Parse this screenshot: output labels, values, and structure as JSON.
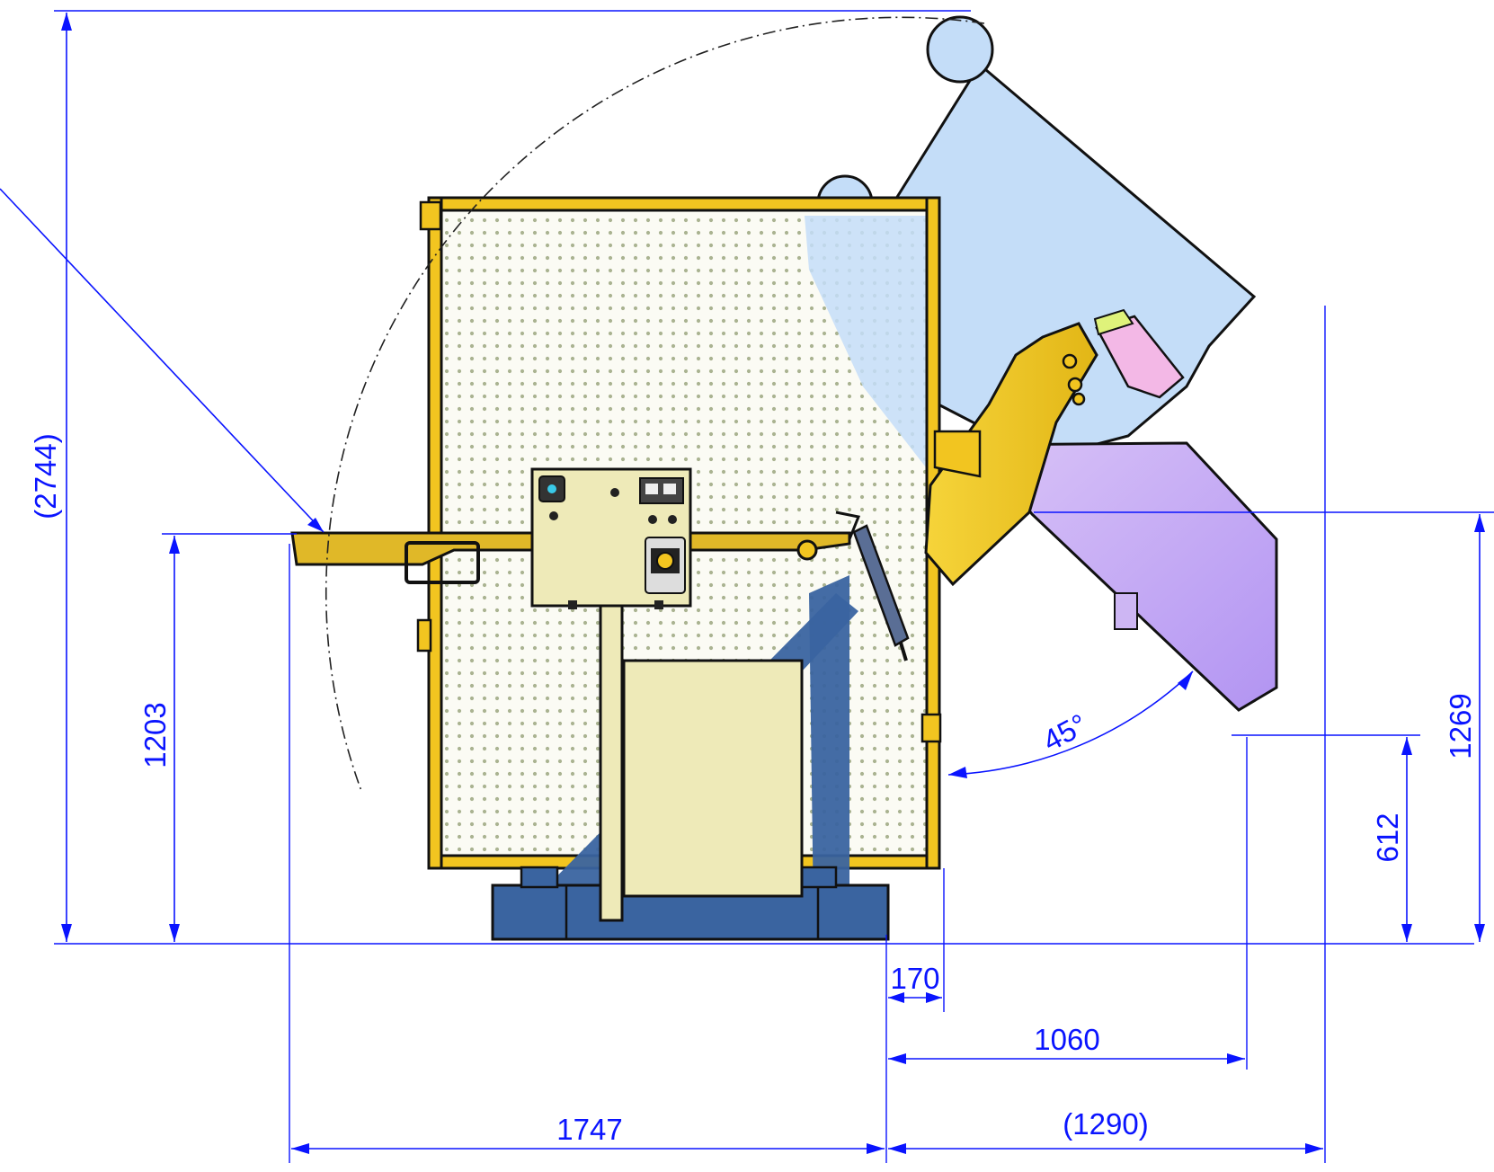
{
  "colors": {
    "dimension": "#0a14ff",
    "frame_yellow": "#f2c520",
    "bin_blue": "#c4ddf8",
    "bin_purple": "#c9aaf5",
    "base_blue": "#3a64a0",
    "control_box": "#eeeab8",
    "mesh_dot": "#8e9a70"
  },
  "dimensions": {
    "overall_height": "(2744)",
    "platform_height": "1203",
    "discharge_height": "1269",
    "lip_height": "612",
    "offset_170": "170",
    "reach_1060": "1060",
    "depth_1747": "1747",
    "reach_1290": "(1290)",
    "tilt_angle": "45°"
  }
}
